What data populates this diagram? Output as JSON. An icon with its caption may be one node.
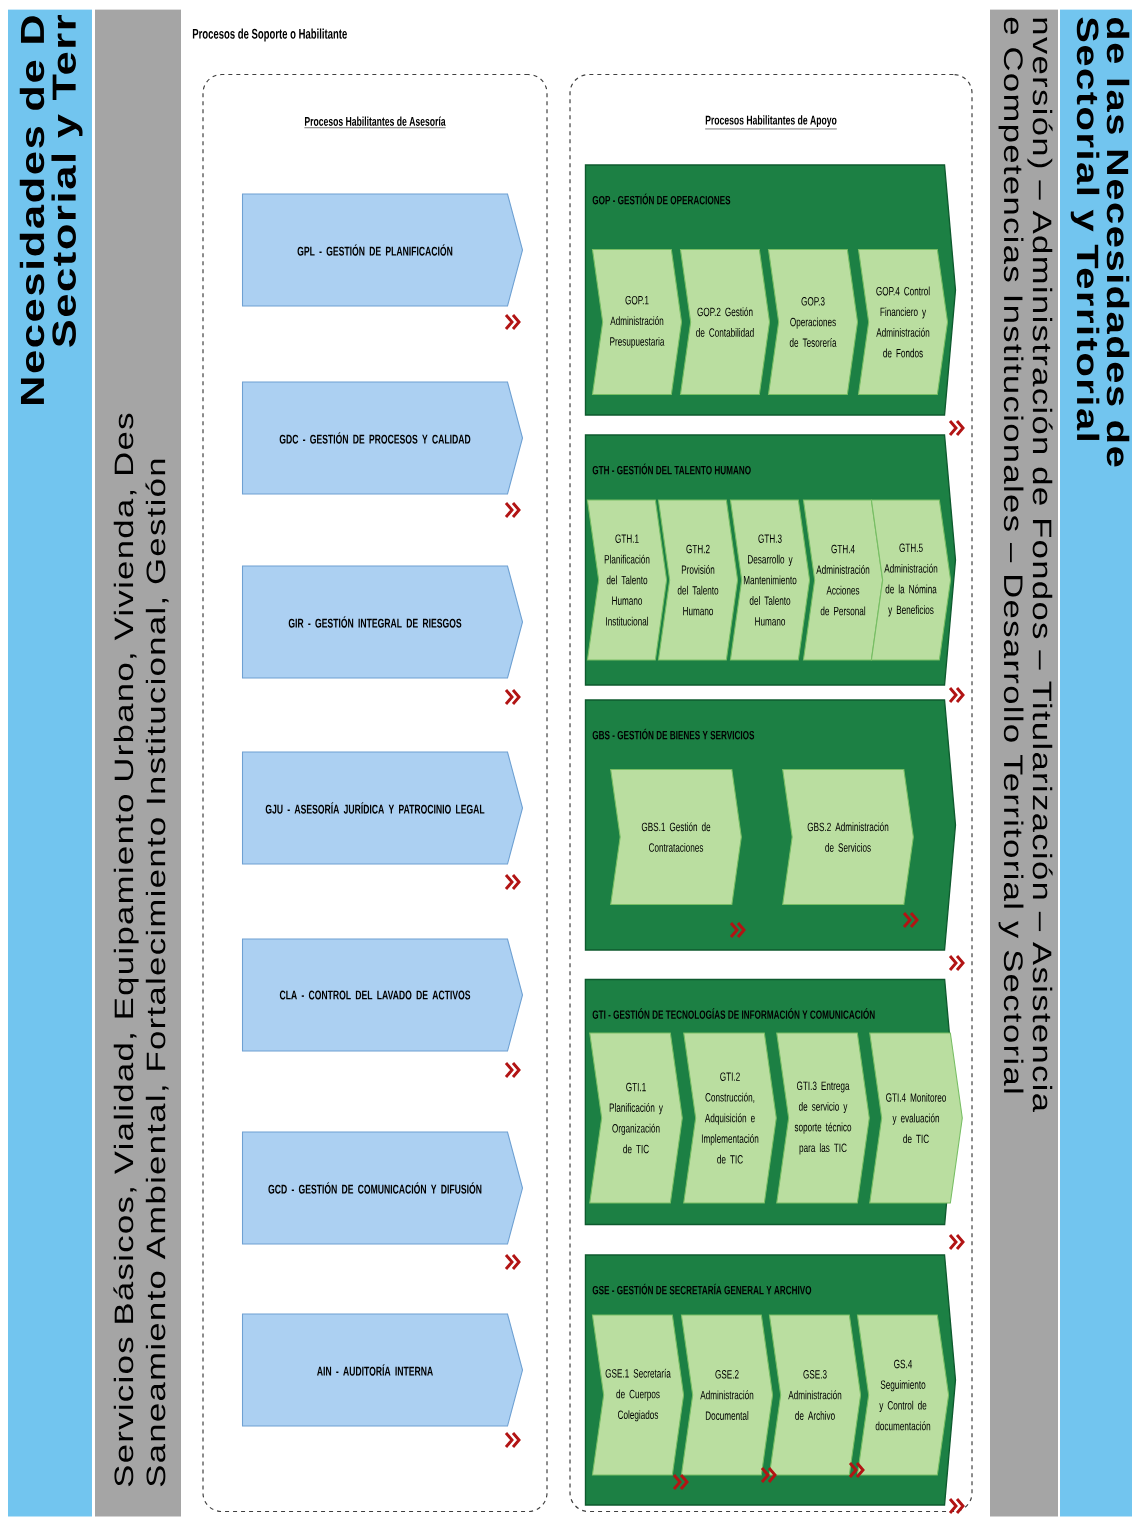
{
  "diagram": {
    "title": "Procesos de Soporte o Habilitante",
    "nodes": [
      {
        "text": [
          "Necesidades de D",
          "Sectorial y Terr"
        ]
      },
      {
        "text": [
          "Servicios Básicos, Vialidad, Equipamiento Urbano, Vivienda, Des",
          "Saneamiento Ambiental, Fortalecimiento Institucional, Gestión"
        ]
      },
      {
        "text": [
          "Procesos Habilitantes de Asesoría"
        ]
      },
      {
        "text": [
          "GPL - GESTIÓN DE PLANIFICACIÓN"
        ],
        "in": 2
      },
      {
        "text": [
          "GDC - GESTIÓN DE PROCESOS Y CALIDAD"
        ],
        "in": 2
      },
      {
        "text": [
          "GIR - GESTIÓN INTEGRAL DE RIESGOS"
        ],
        "in": 2
      },
      {
        "text": [
          "GJU - ASESORÍA JURÍDICA Y PATROCINIO LEGAL"
        ],
        "in": 2
      },
      {
        "text": [
          "CLA - CONTROL DEL LAVADO DE ACTIVOS"
        ],
        "in": 2
      },
      {
        "text": [
          "GCD - GESTIÓN DE COMUNICACIÓN Y DIFUSIÓN"
        ],
        "in": 2
      },
      {
        "text": [
          "AIN - AUDITORÍA INTERNA"
        ],
        "in": 2
      },
      {
        "text": [
          "Procesos Habilitantes de Apoyo"
        ]
      },
      {
        "text": [
          "GOP - GESTIÓN DE OPERACIONES"
        ],
        "in": 10
      },
      {
        "text": [
          "GOP.1 Administración Presupuestaria"
        ],
        "in": 11
      },
      {
        "text": [
          "GOP.2 Gestión de Contabilidad"
        ],
        "in": 11
      },
      {
        "text": [
          "GOP.3 Operaciones de Tesorería"
        ],
        "in": 11
      },
      {
        "text": [
          "GOP.4 Control Financiero y Administración de Fondos"
        ],
        "in": 11
      },
      {
        "text": [
          "GTH - GESTIÓN DEL TALENTO HUMANO"
        ],
        "in": 10
      },
      {
        "text": [
          "GTH.1 Planificación del Talento Humano Institucional"
        ],
        "in": 16
      },
      {
        "text": [
          "GTH.2 Provisión del Talento Humano"
        ],
        "in": 16
      },
      {
        "text": [
          "GTH.3 Desarrollo y Mantenimiento del Talento Humano"
        ],
        "in": 16
      },
      {
        "text": [
          "GTH.4 Administración Acciones de Personal"
        ],
        "in": 16
      },
      {
        "text": [
          "GTH.5 Administración de la Nómina y Beneficios"
        ],
        "in": 16
      },
      {
        "text": [
          "GBS - GESTIÓN DE BIENES Y SERVICIOS"
        ],
        "in": 10
      },
      {
        "text": [
          "GBS.1 Gestión de Contrataciones"
        ],
        "in": 22
      },
      {
        "text": [
          "GBS.2 Administración de Servicios"
        ],
        "in": 22
      },
      {
        "text": [
          "GTI - GESTIÓN DE TECNOLOGÍAS DE INFORMACIÓN Y COMUNICACIÓN"
        ],
        "in": 10
      },
      {
        "text": [
          "GTI.1 Planificación y Organización de TIC"
        ],
        "in": 25
      },
      {
        "text": [
          "GTI.2 Construcción, Adquisición e Implementación de TIC"
        ],
        "in": 25
      },
      {
        "text": [
          "GTI.3 Entrega de servicio y soporte técnico para las TIC"
        ],
        "in": 25
      },
      {
        "text": [
          "GTI.4 Monitoreo y evaluación de TIC"
        ],
        "in": 25
      },
      {
        "text": [
          "GSE - GESTIÓN DE SECRETARÍA GENERAL Y ARCHIVO"
        ],
        "in": 10
      },
      {
        "text": [
          "GSE.1 Secretaría de Cuerpos Colegiados"
        ],
        "in": 30
      },
      {
        "text": [
          "GSE.2 Administración Documental"
        ],
        "in": 30
      },
      {
        "text": [
          "GSE.3 Administración de Archivo"
        ],
        "in": 30
      },
      {
        "text": [
          "GS.4 Seguimiento y Control de documentación"
        ],
        "in": 30
      },
      {
        "text": [
          "nversión) – Administración de Fondos – Titularización – Asistencia",
          "e Competencias Institucionales – Desarrollo Territorial y Sectorial"
        ]
      },
      {
        "text": [
          "de las Necesidades de",
          "Sectorial y Territorial"
        ]
      }
    ]
  }
}
